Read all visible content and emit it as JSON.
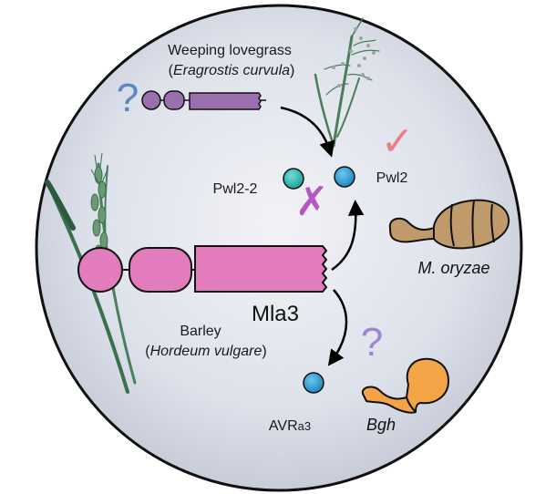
{
  "lovegrass": {
    "name": "Weeping lovegrass",
    "species": "Eragrostis curvula",
    "unknown_mark": "?"
  },
  "barley": {
    "name": "Barley",
    "species": "Hordeum vulgare"
  },
  "receptor": {
    "name": "Mla3"
  },
  "effectors": {
    "pwl2": "Pwl2",
    "pwl2_2": "Pwl2-2",
    "avr_main": "AVR",
    "avr_sub": "a3"
  },
  "pathogens": {
    "magnaporthe": "M. oryzae",
    "blumeria": "Bgh"
  },
  "marks": {
    "recognized": "✓",
    "not_recognized": "✗",
    "unknown": "?"
  },
  "colors": {
    "background_circle": "#d6dbe6",
    "mla3_protein": "#e27cbc",
    "lovegrass_protein": "#9a6fae",
    "effector_teal": "#2fb6b0",
    "effector_blue": "#2aa5dc",
    "check": "#ec7f86",
    "cross": "#b656c4",
    "question_blue": "#5a89c0",
    "question_purple": "#a285d0",
    "magnaporthe_spore": "#c19a6b",
    "bgh_spore": "#f2a446",
    "grass": "#3f7a55"
  }
}
